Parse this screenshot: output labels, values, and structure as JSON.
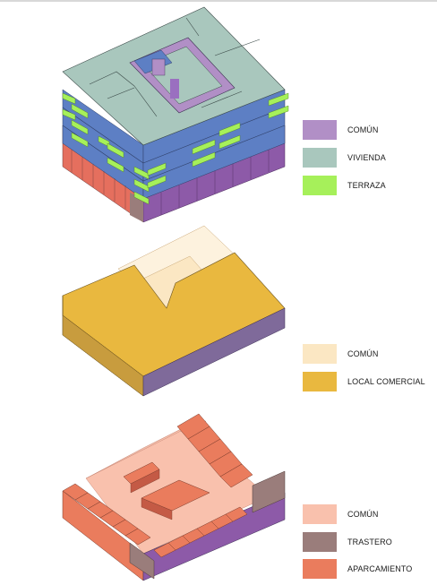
{
  "diagrams": [
    {
      "legend": [
        {
          "label": "COMÚN",
          "color": "#b18fc6"
        },
        {
          "label": "VIVIENDA",
          "color": "#a9c7bd"
        },
        {
          "label": "TERRAZA",
          "color": "#a6f05a"
        }
      ]
    },
    {
      "legend": [
        {
          "label": "COMÚN",
          "color": "#fbe7c3"
        },
        {
          "label": "LOCAL COMERCIAL",
          "color": "#e9b83f"
        }
      ]
    },
    {
      "legend": [
        {
          "label": "COMÚN",
          "color": "#f9c1ad"
        },
        {
          "label": "TRASTERO",
          "color": "#9a7d7b"
        },
        {
          "label": "APARCAMIENTO",
          "color": "#ea7c5d"
        }
      ]
    }
  ],
  "colors": {
    "vivienda_top": "#a9c7bd",
    "vivienda_side": "#5d7fc4",
    "comun_purple": "#b18fc6",
    "terraza": "#a6f05a",
    "base_purple": "#8d5aa8",
    "base_red": "#e56f5e",
    "local_top": "#e9b83f",
    "local_side_left": "#c89c3e",
    "local_side_right": "#7f6a9a",
    "comun_beige": "#fbe7c3",
    "parking": "#ea7c5d",
    "comun_pink": "#f9c1ad",
    "trastero": "#9a7d7b"
  }
}
